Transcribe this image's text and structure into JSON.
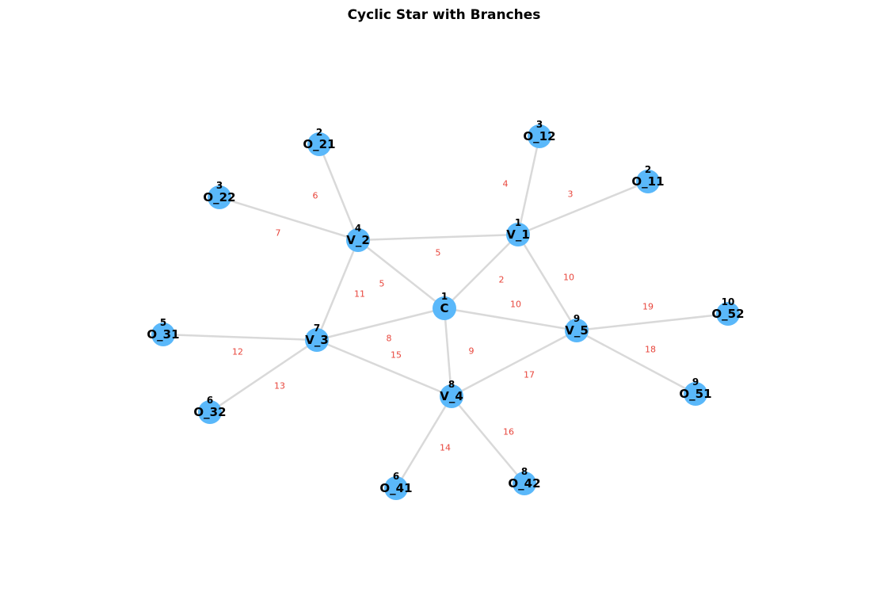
{
  "title": "Cyclic Star with Branches",
  "colors": {
    "node": "#5ab8fa",
    "edge": "#d9d9d9",
    "edge_label": "#e8463c",
    "label": "#000000"
  },
  "nodes": [
    {
      "id": "C",
      "rank": "1"
    },
    {
      "id": "V_1",
      "rank": "1"
    },
    {
      "id": "V_2",
      "rank": "4"
    },
    {
      "id": "V_3",
      "rank": "7"
    },
    {
      "id": "V_4",
      "rank": "8"
    },
    {
      "id": "V_5",
      "rank": "9"
    },
    {
      "id": "O_11",
      "rank": "2"
    },
    {
      "id": "O_12",
      "rank": "3"
    },
    {
      "id": "O_21",
      "rank": "2"
    },
    {
      "id": "O_22",
      "rank": "3"
    },
    {
      "id": "O_31",
      "rank": "5"
    },
    {
      "id": "O_32",
      "rank": "6"
    },
    {
      "id": "O_41",
      "rank": "6"
    },
    {
      "id": "O_42",
      "rank": "8"
    },
    {
      "id": "O_51",
      "rank": "9"
    },
    {
      "id": "O_52",
      "rank": "10"
    }
  ],
  "edges": [
    {
      "source": "C",
      "target": "V_1",
      "weight": "2"
    },
    {
      "source": "C",
      "target": "V_2",
      "weight": "5"
    },
    {
      "source": "C",
      "target": "V_3",
      "weight": "8"
    },
    {
      "source": "C",
      "target": "V_4",
      "weight": "9"
    },
    {
      "source": "C",
      "target": "V_5",
      "weight": "10"
    },
    {
      "source": "V_1",
      "target": "V_2",
      "weight": "5"
    },
    {
      "source": "V_2",
      "target": "V_3",
      "weight": "11"
    },
    {
      "source": "V_3",
      "target": "V_4",
      "weight": "15"
    },
    {
      "source": "V_4",
      "target": "V_5",
      "weight": "17"
    },
    {
      "source": "V_5",
      "target": "V_1",
      "weight": "10"
    },
    {
      "source": "V_1",
      "target": "O_11",
      "weight": "3"
    },
    {
      "source": "V_1",
      "target": "O_12",
      "weight": "4"
    },
    {
      "source": "V_2",
      "target": "O_21",
      "weight": "6"
    },
    {
      "source": "V_2",
      "target": "O_22",
      "weight": "7"
    },
    {
      "source": "V_3",
      "target": "O_31",
      "weight": "12"
    },
    {
      "source": "V_3",
      "target": "O_32",
      "weight": "13"
    },
    {
      "source": "V_4",
      "target": "O_41",
      "weight": "14"
    },
    {
      "source": "V_4",
      "target": "O_42",
      "weight": "16"
    },
    {
      "source": "V_5",
      "target": "O_51",
      "weight": "18"
    },
    {
      "source": "V_5",
      "target": "O_52",
      "weight": "19"
    }
  ]
}
